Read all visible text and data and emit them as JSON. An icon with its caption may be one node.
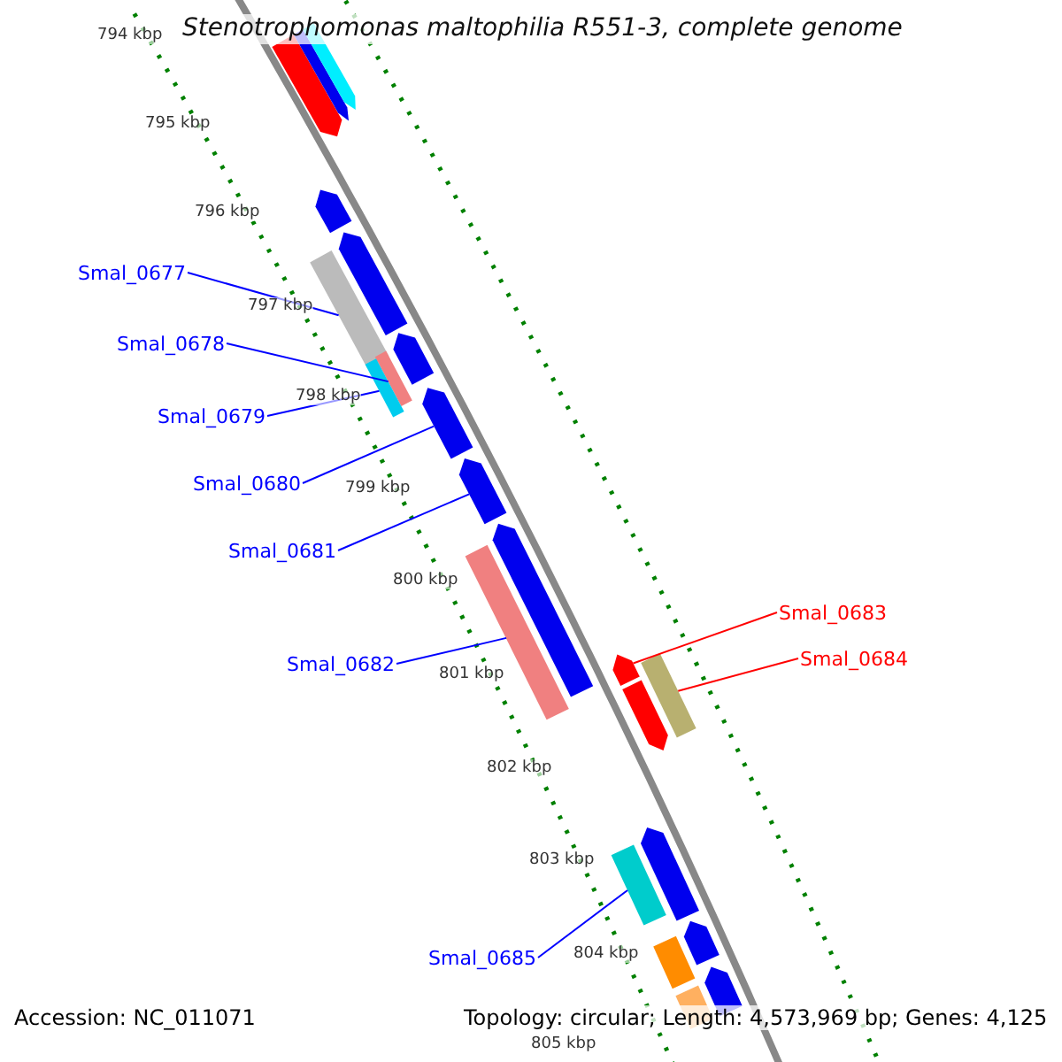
{
  "diagram": {
    "title": "Stenotrophomonas maltophilia R551-3, complete genome",
    "nodes": [
      {
        "text": [
          "Smal_0677"
        ]
      },
      {
        "text": [
          "Smal_0678"
        ]
      },
      {
        "text": [
          "Smal_0679"
        ]
      },
      {
        "text": [
          "Smal_0680"
        ]
      },
      {
        "text": [
          "Smal_0681"
        ]
      },
      {
        "text": [
          "Smal_0682"
        ]
      },
      {
        "text": [
          "Smal_0683"
        ]
      },
      {
        "text": [
          "Smal_0684"
        ]
      },
      {
        "text": [
          "Smal_0685"
        ]
      },
      {
        "text": [],
        "shape": "bar"
      },
      {
        "text": [],
        "shape": "bar"
      },
      {
        "text": [],
        "shape": "bar"
      },
      {
        "text": [],
        "shape": "bar"
      },
      {
        "text": [],
        "shape": "bar"
      },
      {
        "text": [],
        "shape": "bar"
      },
      {
        "text": [],
        "shape": "bar"
      },
      {
        "text": [],
        "shape": "bar"
      },
      {
        "text": [],
        "shape": "bar"
      },
      {
        "text": [],
        "shape": "bar"
      },
      {
        "text": [],
        "shape": "bar"
      },
      {
        "text": [],
        "shape": "bar"
      },
      {
        "text": [],
        "shape": "bar"
      },
      {
        "text": [],
        "shape": "bar"
      },
      {
        "text": [],
        "shape": "bar"
      },
      {
        "text": [],
        "shape": "bar"
      },
      {
        "text": [],
        "shape": "bar"
      },
      {
        "text": [],
        "shape": "bar"
      },
      {
        "text": [],
        "shape": "bar"
      },
      {
        "text": [],
        "shape": "bar"
      },
      {
        "text": [],
        "shape": "bar"
      },
      {
        "text": [],
        "shape": "bar"
      }
    ],
    "edges": [
      {
        "from": 0,
        "to": 14,
        "arrow": "none"
      },
      {
        "from": 1,
        "to": 16,
        "arrow": "none"
      },
      {
        "from": 2,
        "to": 17,
        "arrow": "none"
      },
      {
        "from": 3,
        "to": 18,
        "arrow": "none"
      },
      {
        "from": 4,
        "to": 19,
        "arrow": "none"
      },
      {
        "from": 5,
        "to": 21,
        "arrow": "none"
      },
      {
        "from": 6,
        "to": 22,
        "arrow": "none",
        "color": "#ff0000"
      },
      {
        "from": 7,
        "to": 23,
        "arrow": "none",
        "color": "#ff0000"
      },
      {
        "from": 8,
        "to": 26,
        "arrow": "none"
      }
    ],
    "labels": [
      "794 kbp",
      "795 kbp",
      "796 kbp",
      "797 kbp",
      "798 kbp",
      "799 kbp",
      "800 kbp",
      "801 kbp",
      "802 kbp",
      "803 kbp",
      "804 kbp",
      "805 kbp",
      "Accession: NC_011071",
      "Topology: circular; Length: 4,573,969 bp; Genes: 4,125"
    ]
  }
}
